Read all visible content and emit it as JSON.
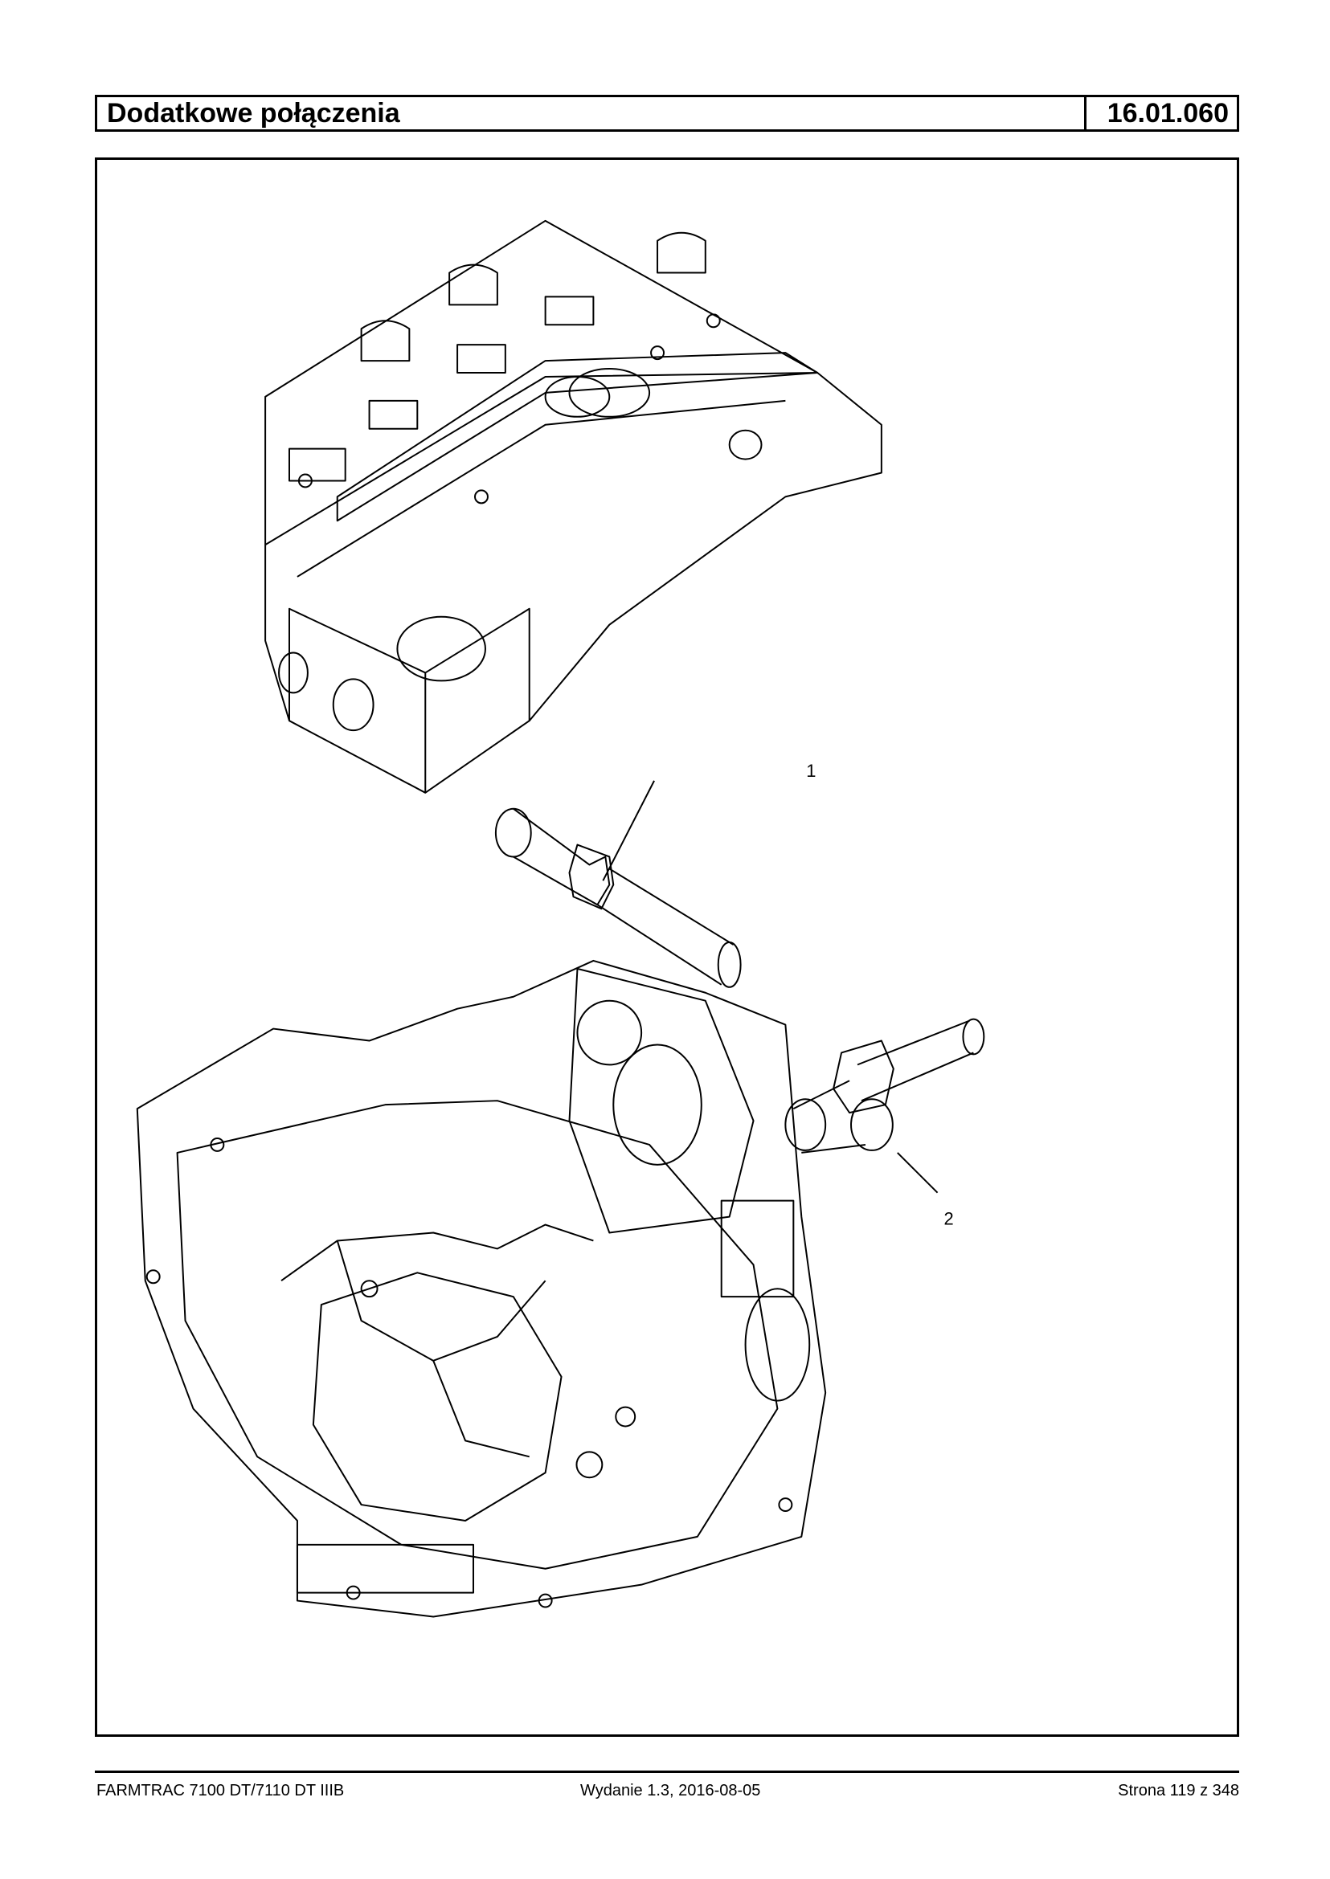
{
  "header": {
    "title": "Dodatkowe połączenia",
    "code": "16.01.060"
  },
  "illustration": {
    "callouts": [
      {
        "label": "1"
      },
      {
        "label": "2"
      }
    ]
  },
  "footer": {
    "model": "FARMTRAC 7100 DT/7110 DT IIIB",
    "edition": "Wydanie 1.3,  2016-08-05",
    "page": "Strona 119 z 348"
  }
}
